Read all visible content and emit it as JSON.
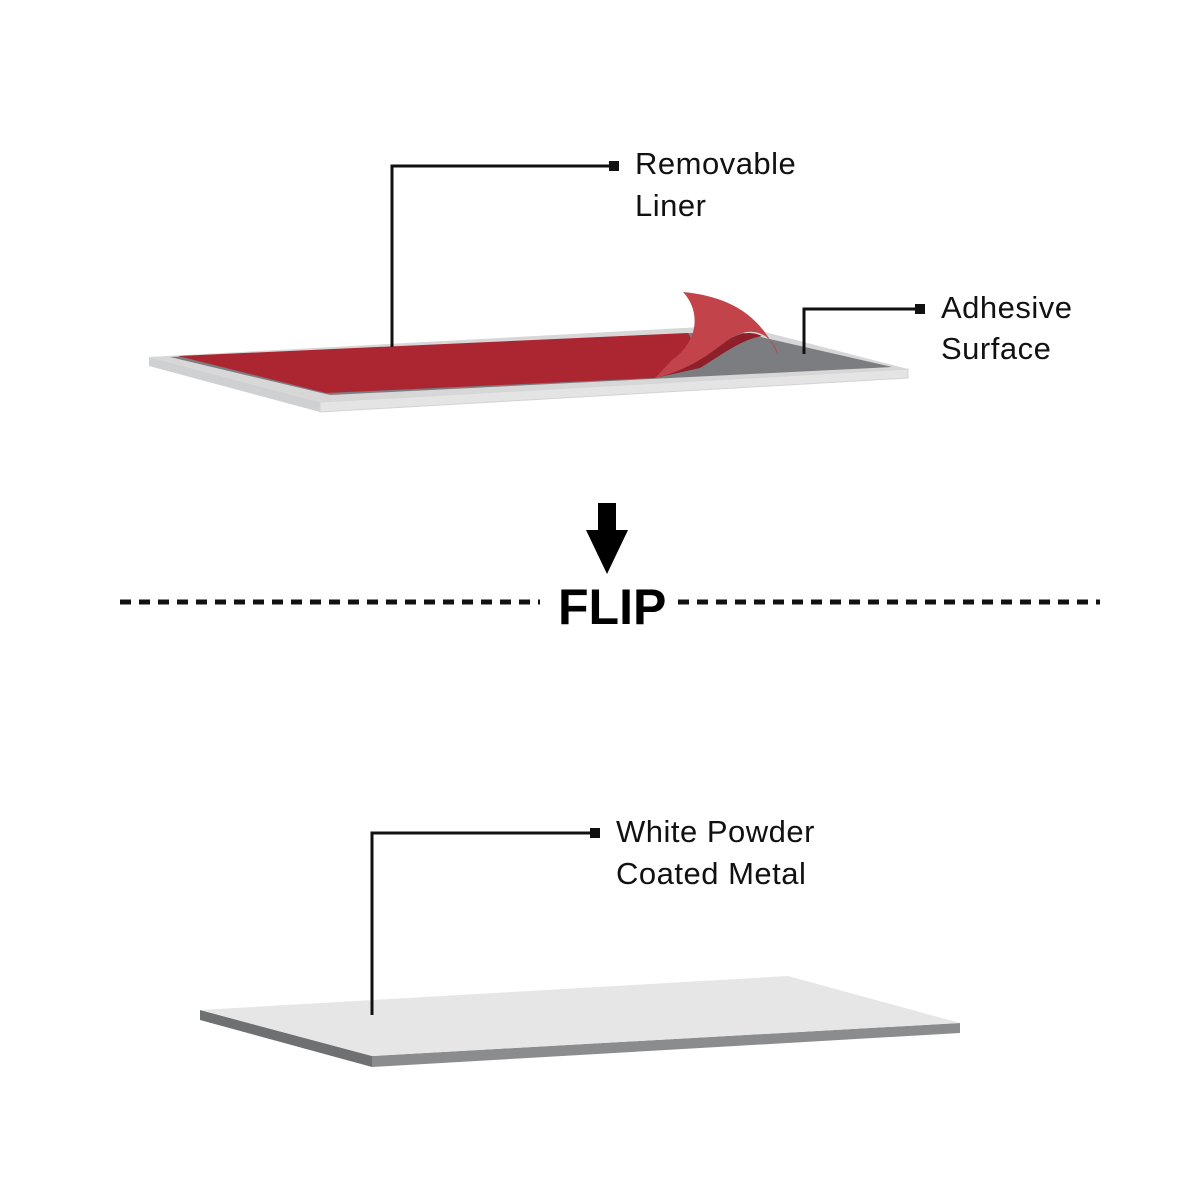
{
  "labels": {
    "removable_liner": {
      "line1": "Removable",
      "line2": "Liner"
    },
    "adhesive_surface": {
      "line1": "Adhesive",
      "line2": "Surface"
    },
    "white_metal": {
      "line1": "White Powder",
      "line2": "Coated Metal"
    }
  },
  "flip": {
    "text": "FLIP"
  },
  "colors": {
    "liner_red": "#ac2631",
    "liner_curl": "#c2434a",
    "adhesive_gray": "#7c7d80",
    "panel_edge_light": "#e4e4e5",
    "panel_edge_gray": "#8b8c8e",
    "panel_top_white": "#e6e6e7"
  }
}
